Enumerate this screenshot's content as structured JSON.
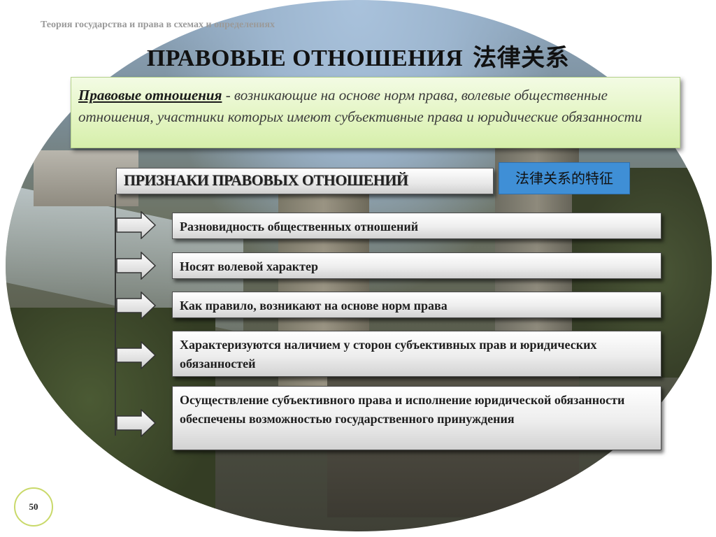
{
  "header": {
    "caption": "Теория государства и права в схемах и определениях",
    "title": "ПРАВОВЫЕ ОТНОШЕНИЯ",
    "title_cn": "法律关系"
  },
  "definition": {
    "term": "Правовые отношения",
    "text": " - возникающие на основе норм права, волевые общественные отношения, участники которых имеют субъективные права и юридические обязанности"
  },
  "signs": {
    "header": "ПРИЗНАКИ ПРАВОВЫХ ОТНОШЕНИЙ",
    "header_cn": "法律关系的特征",
    "items": [
      {
        "label": "Разновидность общественных отношений"
      },
      {
        "label": "Носят волевой характер"
      },
      {
        "label": "Как правило, возникают на основе норм права"
      },
      {
        "label": "Характеризуются наличием у сторон субъективных прав и юридических обязанностей"
      },
      {
        "label": "Осуществление субъективного права и исполнение юридической обязанности обеспечены возможностью государственного принуждения"
      }
    ]
  },
  "footer": {
    "page_number": "50"
  },
  "colors": {
    "definition_bg": "#e4f5c4",
    "badge_bg": "#3f8fd6",
    "page_ring": "#c9d96a"
  },
  "icons": {
    "arrow": "right-arrow-icon"
  }
}
